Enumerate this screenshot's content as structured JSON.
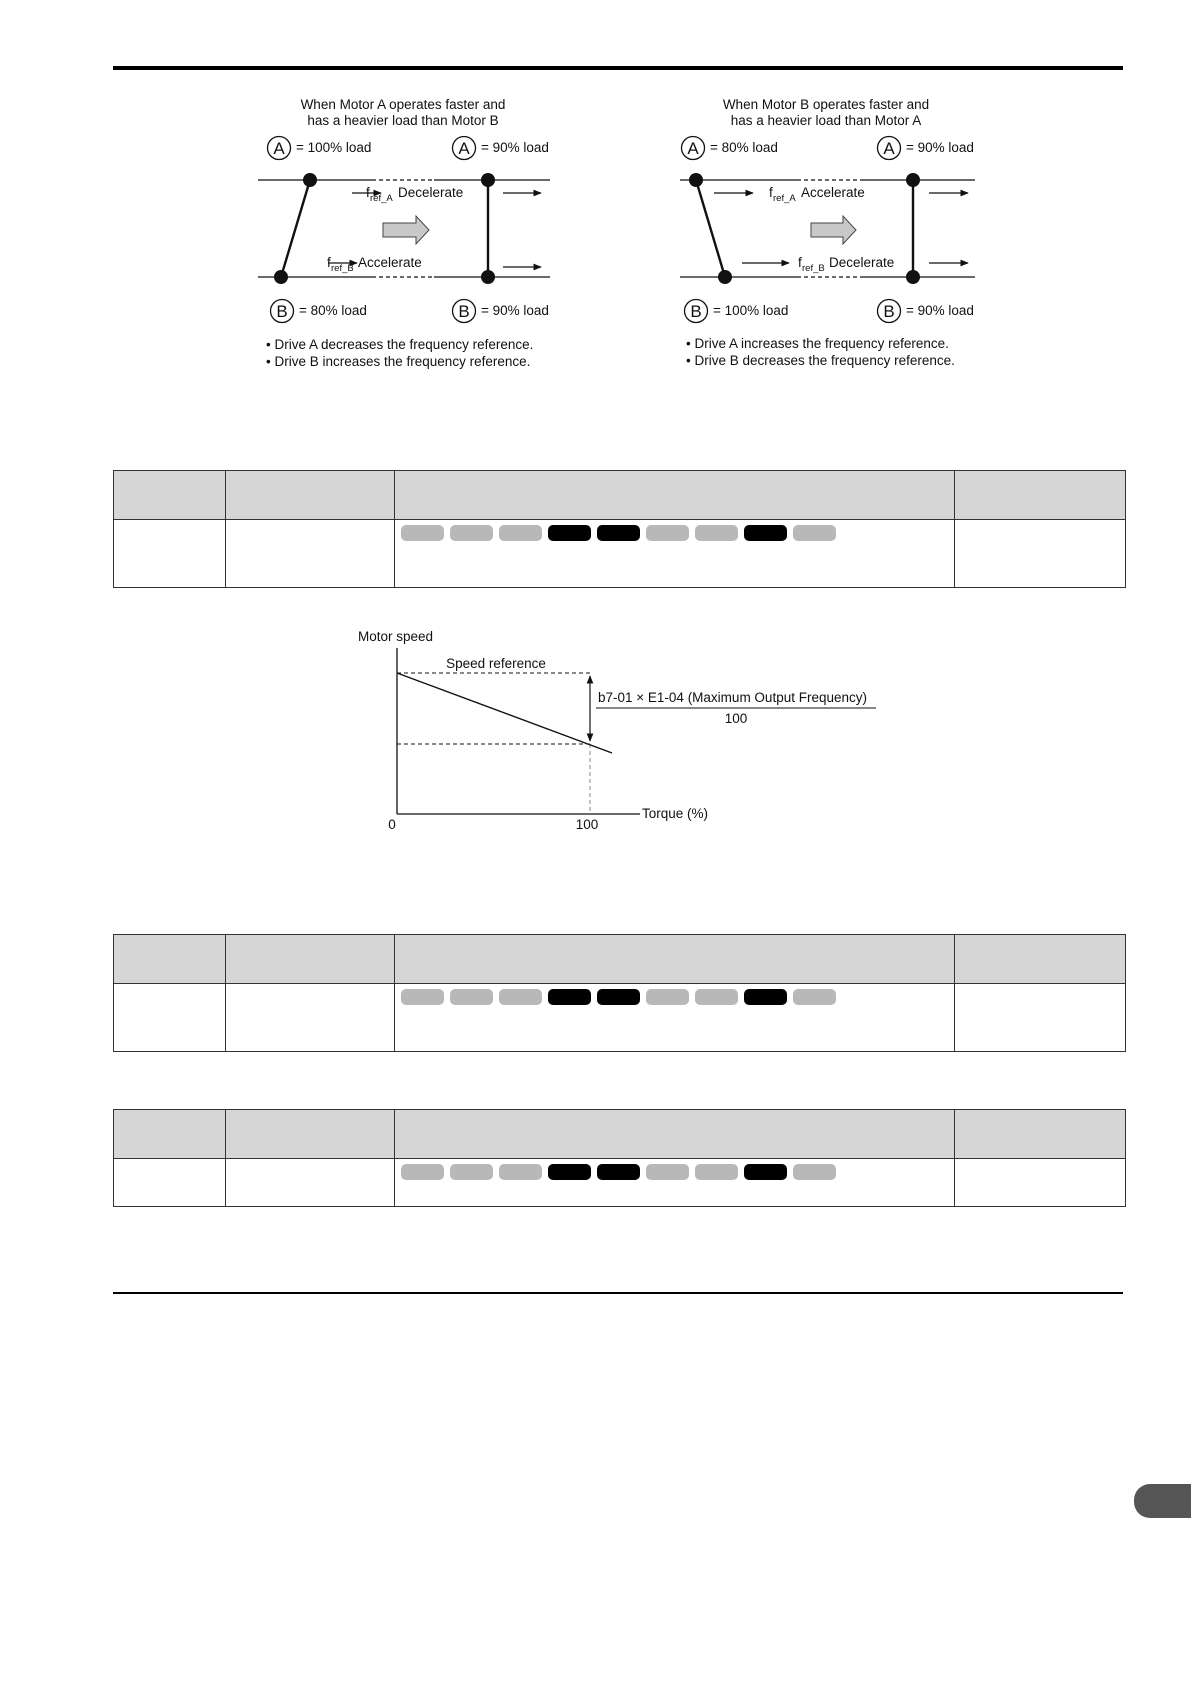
{
  "figure_load_sharing": {
    "left": {
      "title_line1": "When Motor A operates faster and",
      "title_line2": "has a heavier load than Motor B",
      "a_start": "= 100% load",
      "a_end": "= 90% load",
      "b_start": "= 80% load",
      "b_end": "= 90% load",
      "fref_a_action": "Decelerate",
      "fref_b_action": "Accelerate",
      "note1": "• Drive A decreases the frequency reference.",
      "note2": "• Drive B increases the frequency reference."
    },
    "right": {
      "title_line1": "When Motor B operates faster and",
      "title_line2": "has a heavier load than Motor A",
      "a_start": "= 80% load",
      "a_end": "= 90% load",
      "b_start": "= 100% load",
      "b_end": "= 90% load",
      "fref_a_action": "Accelerate",
      "fref_b_action": "Decelerate",
      "note1": "• Drive A increases the frequency reference.",
      "note2": "• Drive B decreases the frequency reference."
    },
    "circle_a": "A",
    "circle_b": "B",
    "fref_main": "f",
    "fref_sub_a": "ref_A",
    "fref_sub_b": "ref_B"
  },
  "figure_droop": {
    "y_axis_label": "Motor speed",
    "x_axis_label": "Torque (%)",
    "speed_reference_label": "Speed reference",
    "formula_numerator": "b7-01 × E1-04 (Maximum Output Frequency)",
    "formula_denominator": "100",
    "x_origin_label": "0",
    "x_tick_label": "100"
  },
  "tables": [
    {
      "pills": [
        "off",
        "off",
        "off",
        "on",
        "on",
        "off",
        "off",
        "on",
        "off"
      ]
    },
    {
      "pills": [
        "off",
        "off",
        "off",
        "on",
        "on",
        "off",
        "off",
        "on",
        "off"
      ]
    },
    {
      "pills": [
        "off",
        "off",
        "off",
        "on",
        "on",
        "off",
        "off",
        "on",
        "off"
      ]
    }
  ],
  "colors": {
    "pill_on": "#000000",
    "pill_off": "#b8b8b8",
    "header_bg": "#d6d6d6"
  }
}
